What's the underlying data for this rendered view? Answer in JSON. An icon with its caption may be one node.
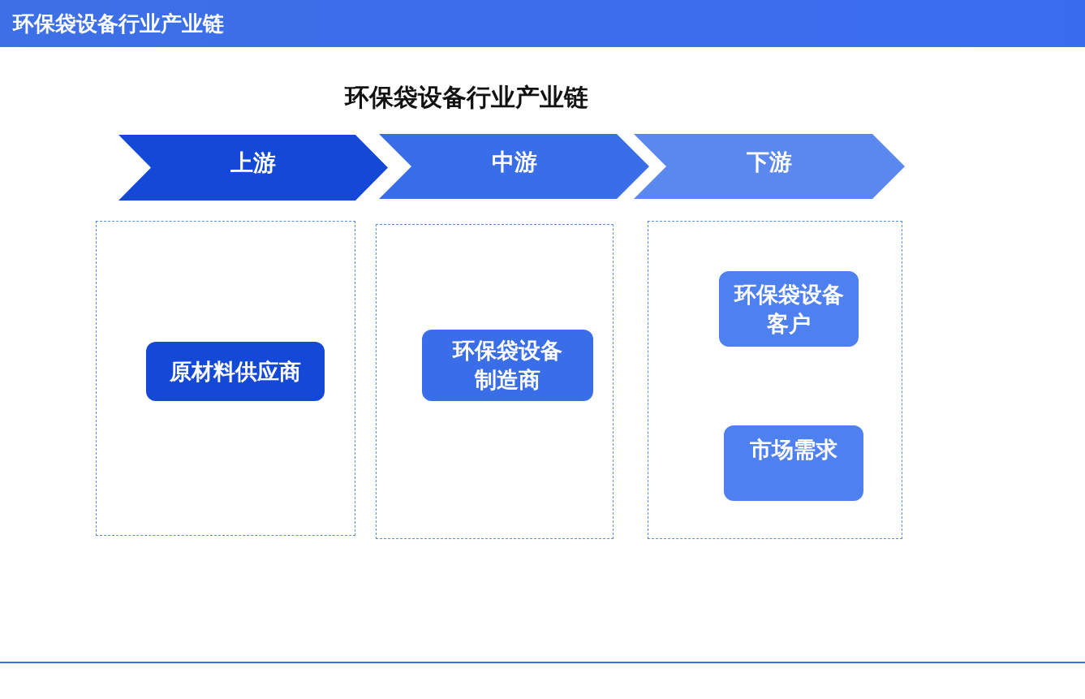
{
  "diagram": {
    "title": "环保袋设备行业产业链",
    "nodes": [
      {
        "text": [
          "上游"
        ]
      },
      {
        "text": [
          "中游"
        ]
      },
      {
        "text": [
          "下游"
        ]
      },
      {
        "text": [],
        "shape": "box"
      },
      {
        "text": [
          "原材料供应商"
        ],
        "in": 3
      },
      {
        "text": [],
        "shape": "box"
      },
      {
        "text": [
          "环保袋设备制造商"
        ],
        "in": 5
      },
      {
        "text": [],
        "shape": "box"
      },
      {
        "text": [
          "环保袋设备客户"
        ],
        "in": 7
      },
      {
        "text": [
          "市场需求"
        ],
        "in": 7
      }
    ],
    "labels": [
      "环保袋设备行业产业链"
    ]
  }
}
